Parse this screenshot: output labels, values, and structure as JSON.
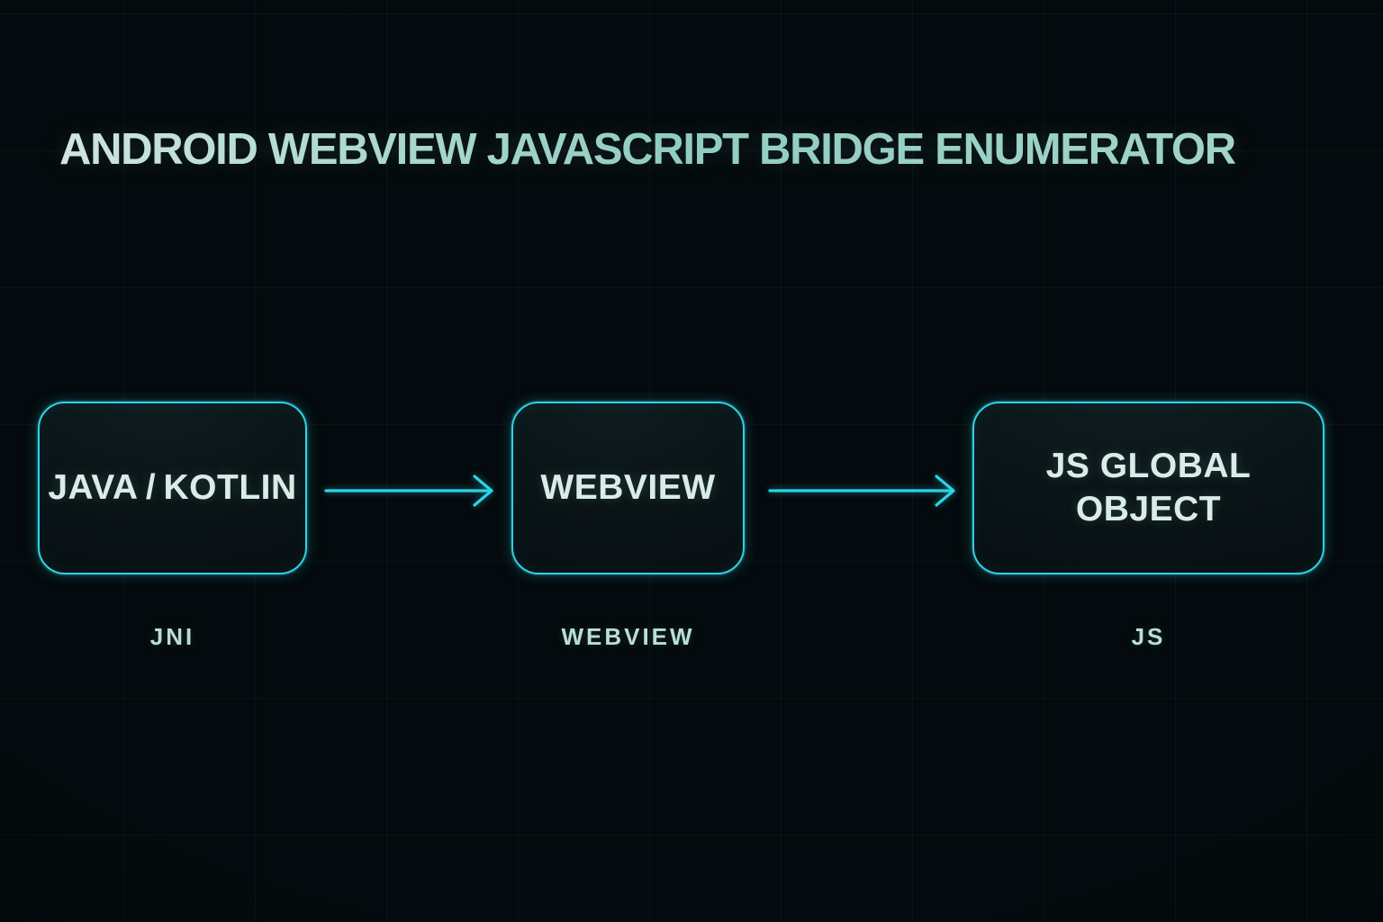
{
  "title": "ANDROID WEBVIEW JAVASCRIPT BRIDGE ENUMERATOR",
  "colors": {
    "background": "#040a0d",
    "accent_cyan": "#2ed2e4",
    "title_text": "#a8d5ca",
    "node_text": "#d9ece7",
    "sublabel_text": "#b9ded6"
  },
  "diagram": {
    "type": "flow",
    "direction": "left-to-right",
    "nodes": [
      {
        "id": "java-kotlin",
        "label": "JAVA / KOTLIN",
        "sublabel": "JNI"
      },
      {
        "id": "webview",
        "label": "WEBVIEW",
        "sublabel": "WEBVIEW"
      },
      {
        "id": "js-global-object",
        "label": "JS GLOBAL\nOBJECT",
        "sublabel": "JS"
      }
    ],
    "connections": [
      {
        "from": "java-kotlin",
        "to": "webview"
      },
      {
        "from": "webview",
        "to": "js-global-object"
      }
    ]
  }
}
